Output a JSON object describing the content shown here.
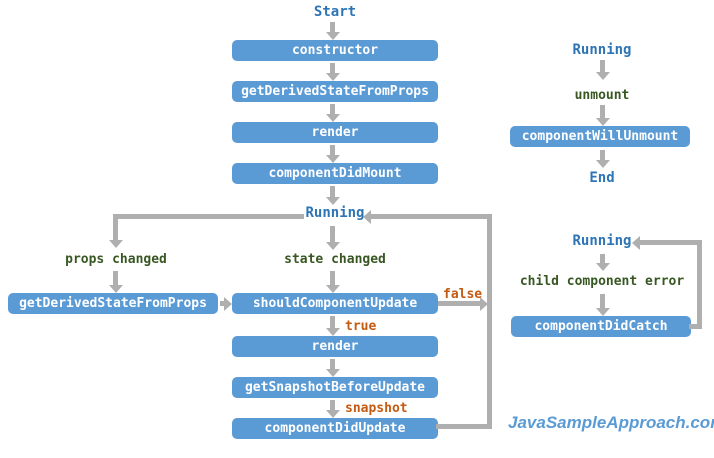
{
  "colors": {
    "box": "#5B9BD5",
    "arrow": "#AFAFAF",
    "state": "#2E75B6",
    "event": "#385723",
    "condition": "#C55A11",
    "watermark": "#5B9BD5"
  },
  "mount": {
    "start": "Start",
    "constructor": "constructor",
    "get_derived_state_from_props": "getDerivedStateFromProps",
    "render": "render",
    "component_did_mount": "componentDidMount",
    "running": "Running"
  },
  "update": {
    "props_changed": "props changed",
    "state_changed": "state changed",
    "get_derived_state_from_props": "getDerivedStateFromProps",
    "should_component_update": "shouldComponentUpdate",
    "true_label": "true",
    "false_label": "false",
    "render": "render",
    "get_snapshot_before_update": "getSnapshotBeforeUpdate",
    "snapshot_label": "snapshot",
    "component_did_update": "componentDidUpdate"
  },
  "unmount": {
    "running": "Running",
    "event": "unmount",
    "component_will_unmount": "componentWillUnmount",
    "end": "End"
  },
  "error": {
    "running": "Running",
    "event": "child component error",
    "component_did_catch": "componentDidCatch"
  },
  "watermark": "JavaSampleApproach.com"
}
